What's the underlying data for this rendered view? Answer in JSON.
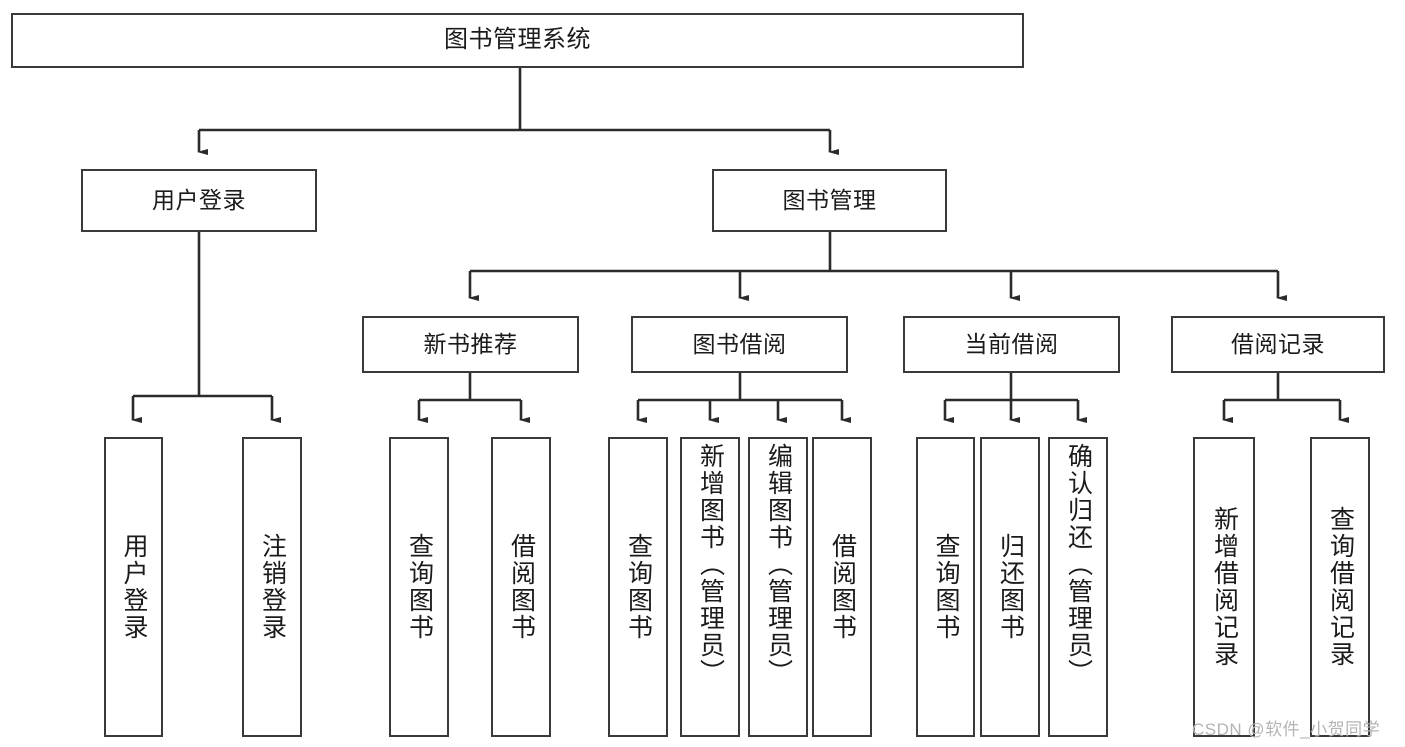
{
  "diagram": {
    "title": "图书管理系统",
    "type": "tree-hierarchy-chart",
    "root": {
      "label": "图书管理系统"
    },
    "level2": [
      {
        "label": "用户登录"
      },
      {
        "label": "图书管理"
      }
    ],
    "level3": [
      {
        "label": "新书推荐"
      },
      {
        "label": "图书借阅"
      },
      {
        "label": "当前借阅"
      },
      {
        "label": "借阅记录"
      }
    ],
    "leaves": {
      "user_login": [
        {
          "label": "用户登录"
        },
        {
          "label": "注销登录"
        }
      ],
      "new_book_recommend": [
        {
          "label": "查询图书"
        },
        {
          "label": "借阅图书"
        }
      ],
      "book_borrow": [
        {
          "label": "查询图书"
        },
        {
          "label": "新增图书（管理员）"
        },
        {
          "label": "编辑图书（管理员）"
        },
        {
          "label": "借阅图书"
        }
      ],
      "current_borrow": [
        {
          "label": "查询图书"
        },
        {
          "label": "归还图书"
        },
        {
          "label": "确认归还（管理员）"
        }
      ],
      "borrow_records": [
        {
          "label": "新增借阅记录"
        },
        {
          "label": "查询借阅记录"
        }
      ]
    }
  },
  "watermark": {
    "text": "CSDN @软件_小贺同学"
  },
  "colors": {
    "box_border": "#3a3a3a",
    "box_fill": "#ffffff",
    "text": "#1b1b1b",
    "wire": "#2b2b2b",
    "watermark": "#b4b4b4"
  }
}
